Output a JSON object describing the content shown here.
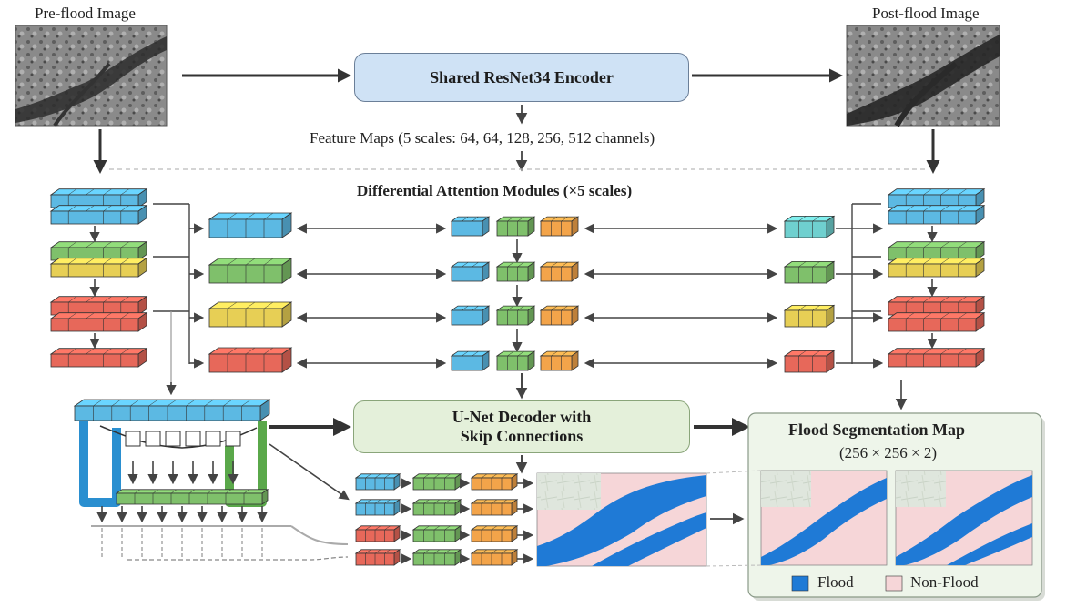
{
  "labels": {
    "pre_flood": "Pre-flood Image",
    "post_flood": "Post-flood Image",
    "encoder": "Shared ResNet34 Encoder",
    "feature_maps": "Feature Maps (5 scales: 64, 64, 128, 256, 512 channels)",
    "attention": "Differential Attention Modules (×5 scales)",
    "decoder_line1": "U-Net Decoder with",
    "decoder_line2": "Skip Connections",
    "output_title": "Flood Segmentation Map",
    "output_dims": "(256 × 256 × 2)"
  },
  "legend": [
    {
      "label": "Flood",
      "color": "#1f7ad6"
    },
    {
      "label": "Non-Flood",
      "color": "#f6d6d8"
    }
  ],
  "colors": {
    "blue": "#5cb9e3",
    "teal": "#6fd0cf",
    "green": "#7fc06b",
    "yellow": "#e7cf55",
    "red": "#e7685a",
    "orange": "#f3a44a",
    "encoder_fill": "#cfe2f5",
    "decoder_fill": "#e4f0da",
    "output_fill": "#eef5ea",
    "flood": "#1f7ad6",
    "nonflood": "#f6d6d8"
  }
}
